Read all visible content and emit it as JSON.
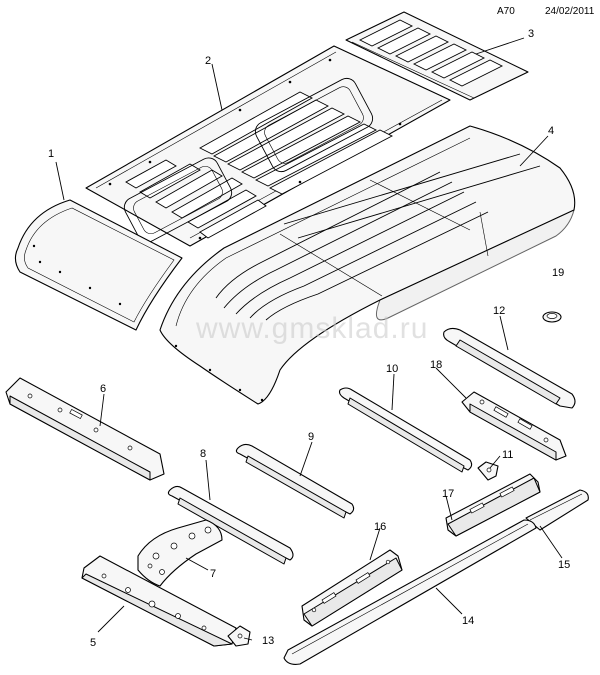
{
  "header": {
    "page_code": "A70",
    "date": "24/02/2011"
  },
  "watermark": "www.gmsklad.ru",
  "callouts": {
    "c1": "1",
    "c2": "2",
    "c3": "3",
    "c4": "4",
    "c5": "5",
    "c6": "6",
    "c7": "7",
    "c8": "8",
    "c9": "9",
    "c10": "10",
    "c11": "11",
    "c12": "12",
    "c13": "13",
    "c14": "14",
    "c15": "15",
    "c16": "16",
    "c17": "17",
    "c18": "18",
    "c19": "19"
  }
}
